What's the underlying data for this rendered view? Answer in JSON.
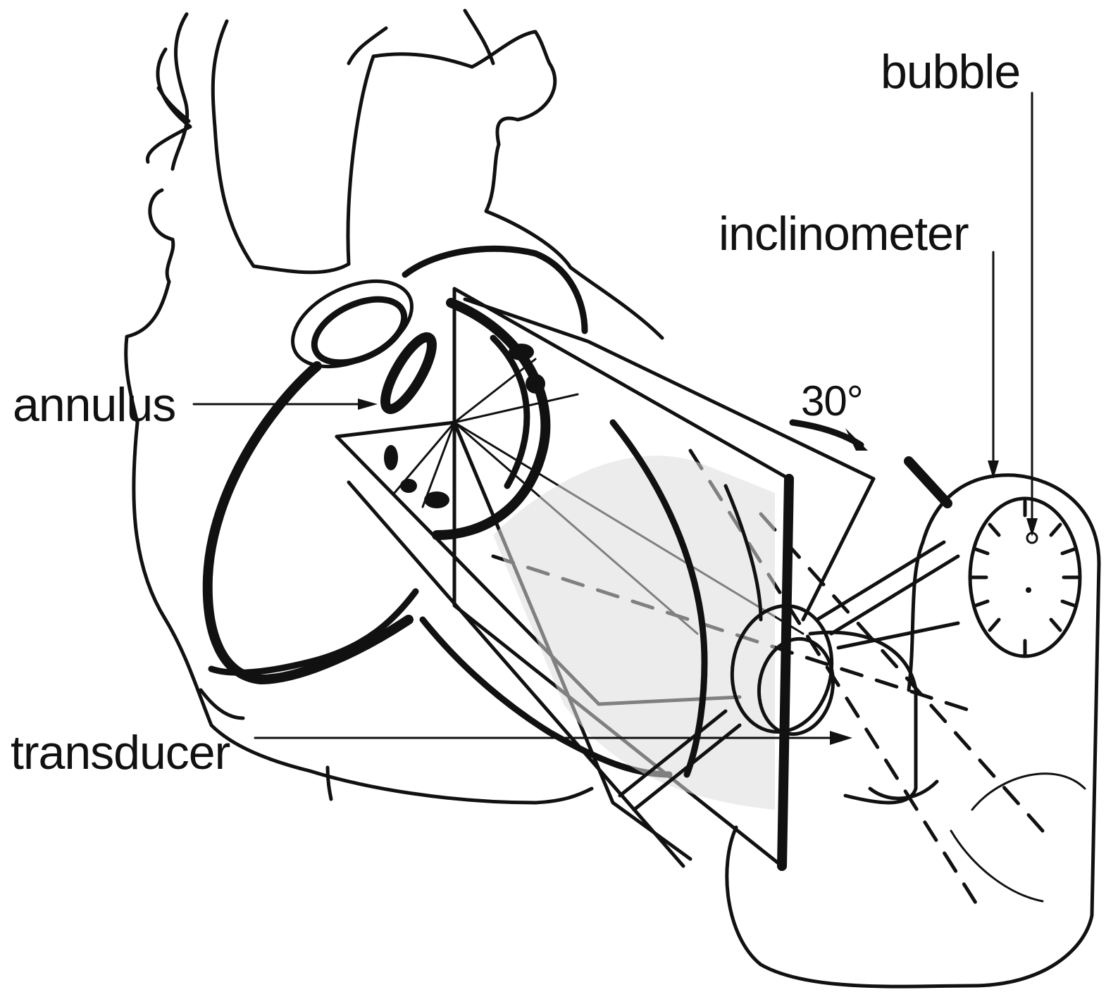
{
  "figure": {
    "labels": {
      "bubble": "bubble",
      "inclinometer": "inclinometer",
      "angle": "30°",
      "annulus": "annulus",
      "transducer": "transducer"
    }
  },
  "colors": {
    "ink": "#111111",
    "background": "#ffffff",
    "shade": "#dcdcdc"
  }
}
